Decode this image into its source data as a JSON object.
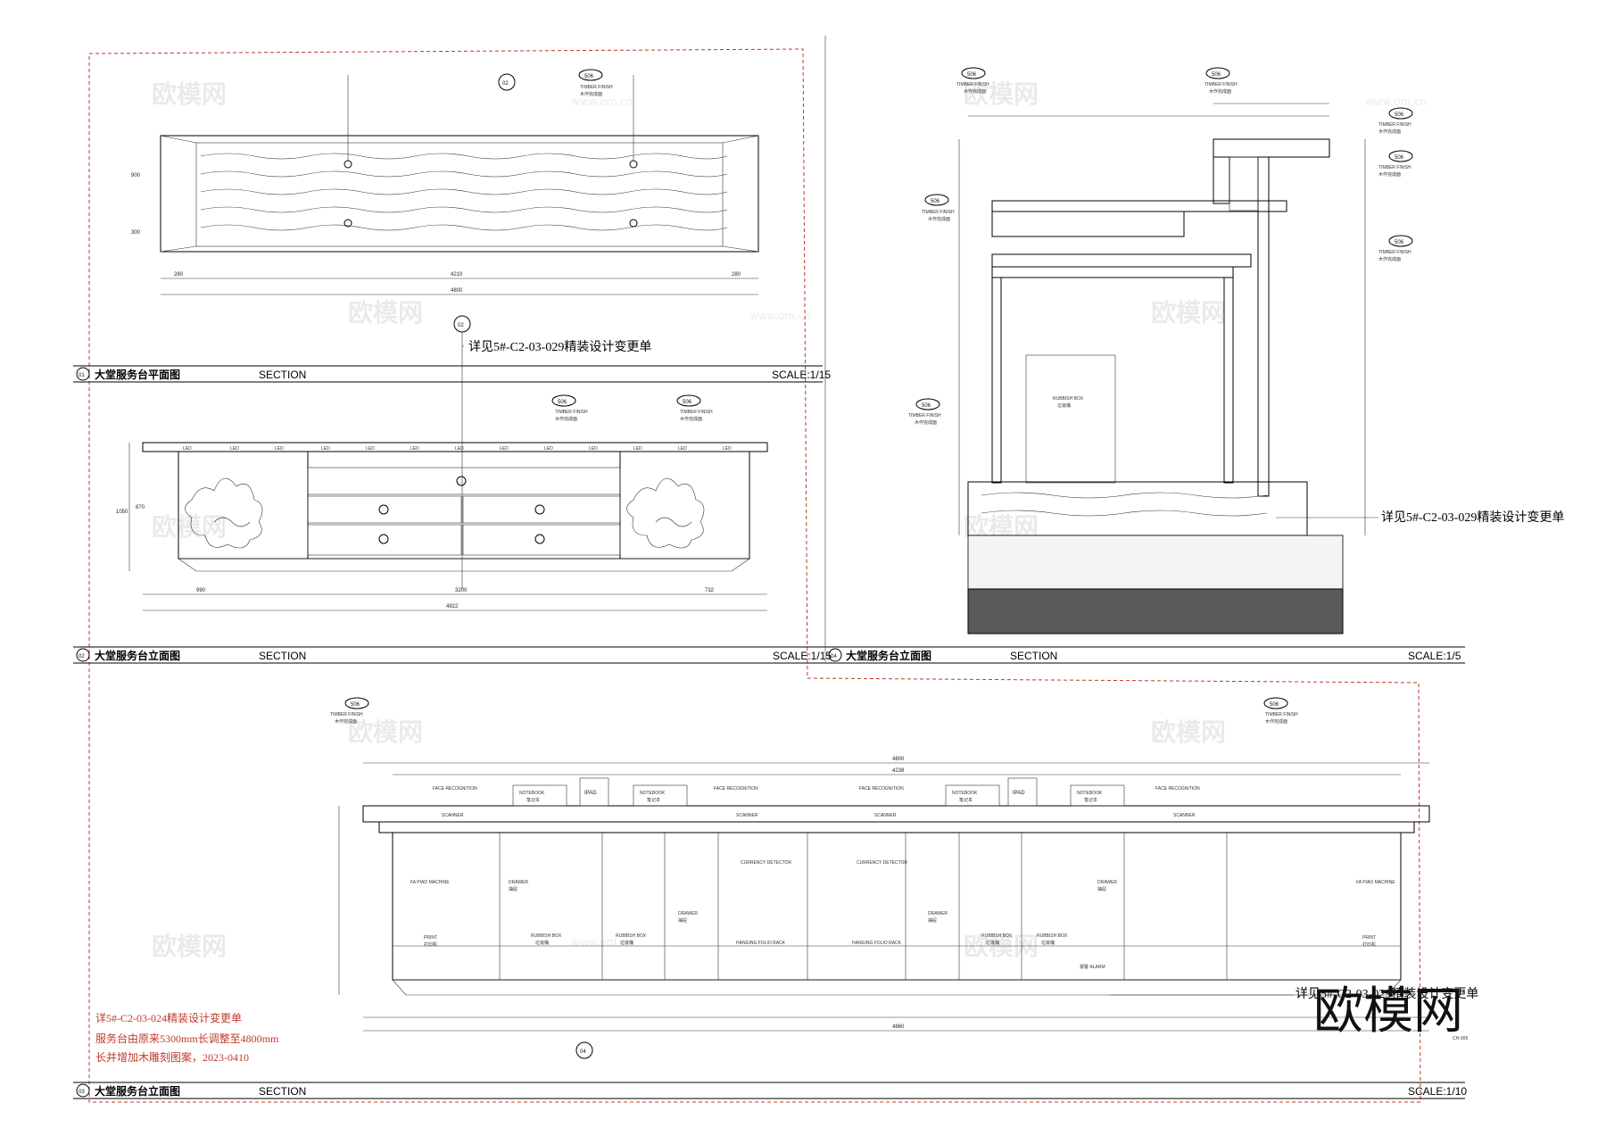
{
  "views": [
    {
      "no": "01",
      "title": "大堂服务台平面图",
      "section": "SECTION",
      "scale": "SCALE:1/15"
    },
    {
      "no": "02",
      "title": "大堂服务台立面图",
      "section": "SECTION",
      "scale": "SCALE:1/15"
    },
    {
      "no": "04",
      "title": "大堂服务台立面图",
      "section": "SECTION",
      "scale": "SCALE:1/5"
    },
    {
      "no": "03",
      "title": "大堂服务台立面图",
      "section": "SECTION",
      "scale": "SCALE:1/10"
    }
  ],
  "notes": {
    "change_1": "详见5#-C2-03-029精装设计变更单",
    "change_2": "详见5#-C2-03-029精装设计变更单",
    "change_3": "详见5#-C2-03-029精装设计变更单",
    "red_1": "详5#-C2-03-024精装设计变更单",
    "red_2": "服务台由原来5300mm长调整至4800mm",
    "red_3": "长并增加木雕刻图案，2023-0410"
  },
  "tags": {
    "code": "506",
    "timber_en": "TIMBER FINISH",
    "timber_cn": "木作完成面",
    "section_mark": "02",
    "section_mark_04": "04"
  },
  "plan_dims": {
    "left": "280",
    "mid": "4210",
    "right": "280",
    "total": "4800",
    "depth_a": "900",
    "depth_b": "300"
  },
  "elev_dims": {
    "a": "990",
    "b": "3200",
    "c": "732",
    "total": "4922",
    "h1": "1050",
    "h2": "870"
  },
  "elev3_dims": {
    "total": "4860",
    "mid": "4238",
    "top": "4800"
  },
  "labels": {
    "led": "LED",
    "rubbish_box_en": "RUBBISH BOX",
    "rubbish_box_cn": "垃圾桶",
    "notebook_en": "NOTEBOOK",
    "notebook_cn": "笔记本",
    "face_en": "FACE RECOGNITION",
    "scanner_en": "SCANNER",
    "print_en": "PRINT",
    "print_cn": "打印机",
    "drawer_en": "DRAWER",
    "drawer_cn": "抽屉",
    "currency_en": "CURRENCY DETECTOR",
    "hanging_en": "HANGING FOLIO RACK",
    "fapiao_en": "FA PIAO MACHINE",
    "alarm": "报警 ALARM",
    "ipad": "IPAD"
  },
  "watermark": {
    "brand": "欧模网",
    "url": "www.om.cn",
    "logo": "欧模网",
    "ref": "CH-306"
  }
}
